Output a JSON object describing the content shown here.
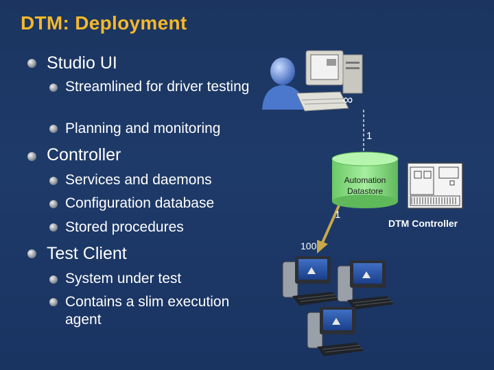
{
  "slide": {
    "title": "DTM: Deployment",
    "bullets": [
      {
        "label": "Studio UI",
        "sub": [
          "Streamlined for driver testing",
          "Planning and monitoring"
        ]
      },
      {
        "label": "Controller",
        "sub": [
          "Services and daemons",
          "Configuration database",
          "Stored procedures"
        ]
      },
      {
        "label": "Test Client",
        "sub": [
          "System under test",
          "Contains a slim execution agent"
        ]
      }
    ]
  },
  "diagram": {
    "studio_multiplicity": "∞",
    "controller_top_multiplicity": "1",
    "datastore_label_line1": "Automation",
    "datastore_label_line2": "Datastore",
    "controller_bottom_multiplicity": "1",
    "controller_label": "DTM Controller",
    "clients_multiplicity": "100"
  },
  "colors": {
    "background": "#1e3a69",
    "title": "#f5b82a",
    "datastore": "#8fe08a",
    "arrow": "#c9a84a"
  }
}
